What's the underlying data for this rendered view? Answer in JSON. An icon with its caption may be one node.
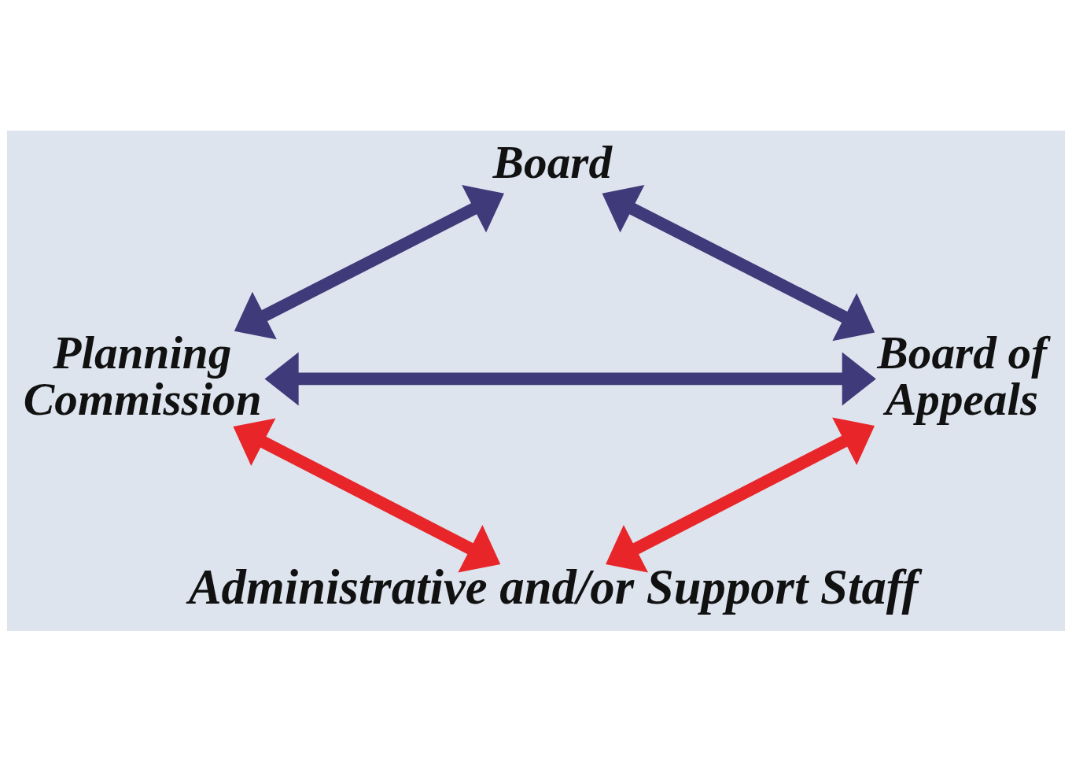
{
  "diagram": {
    "nodes": [
      {
        "text": [
          "Board"
        ]
      },
      {
        "text": [
          "Planning Commission"
        ]
      },
      {
        "text": [
          "Board of Appeals"
        ]
      },
      {
        "text": [
          "Administrative and/or Support Staff"
        ]
      }
    ],
    "edges": [
      {
        "from": 0,
        "to": 1,
        "arrow": "both"
      },
      {
        "from": 0,
        "to": 2,
        "arrow": "both"
      },
      {
        "from": 1,
        "to": 2,
        "arrow": "both"
      },
      {
        "from": 1,
        "to": 3,
        "arrow": "both",
        "color": "#e8262a"
      },
      {
        "from": 2,
        "to": 3,
        "arrow": "both",
        "color": "#e8262a"
      }
    ]
  }
}
